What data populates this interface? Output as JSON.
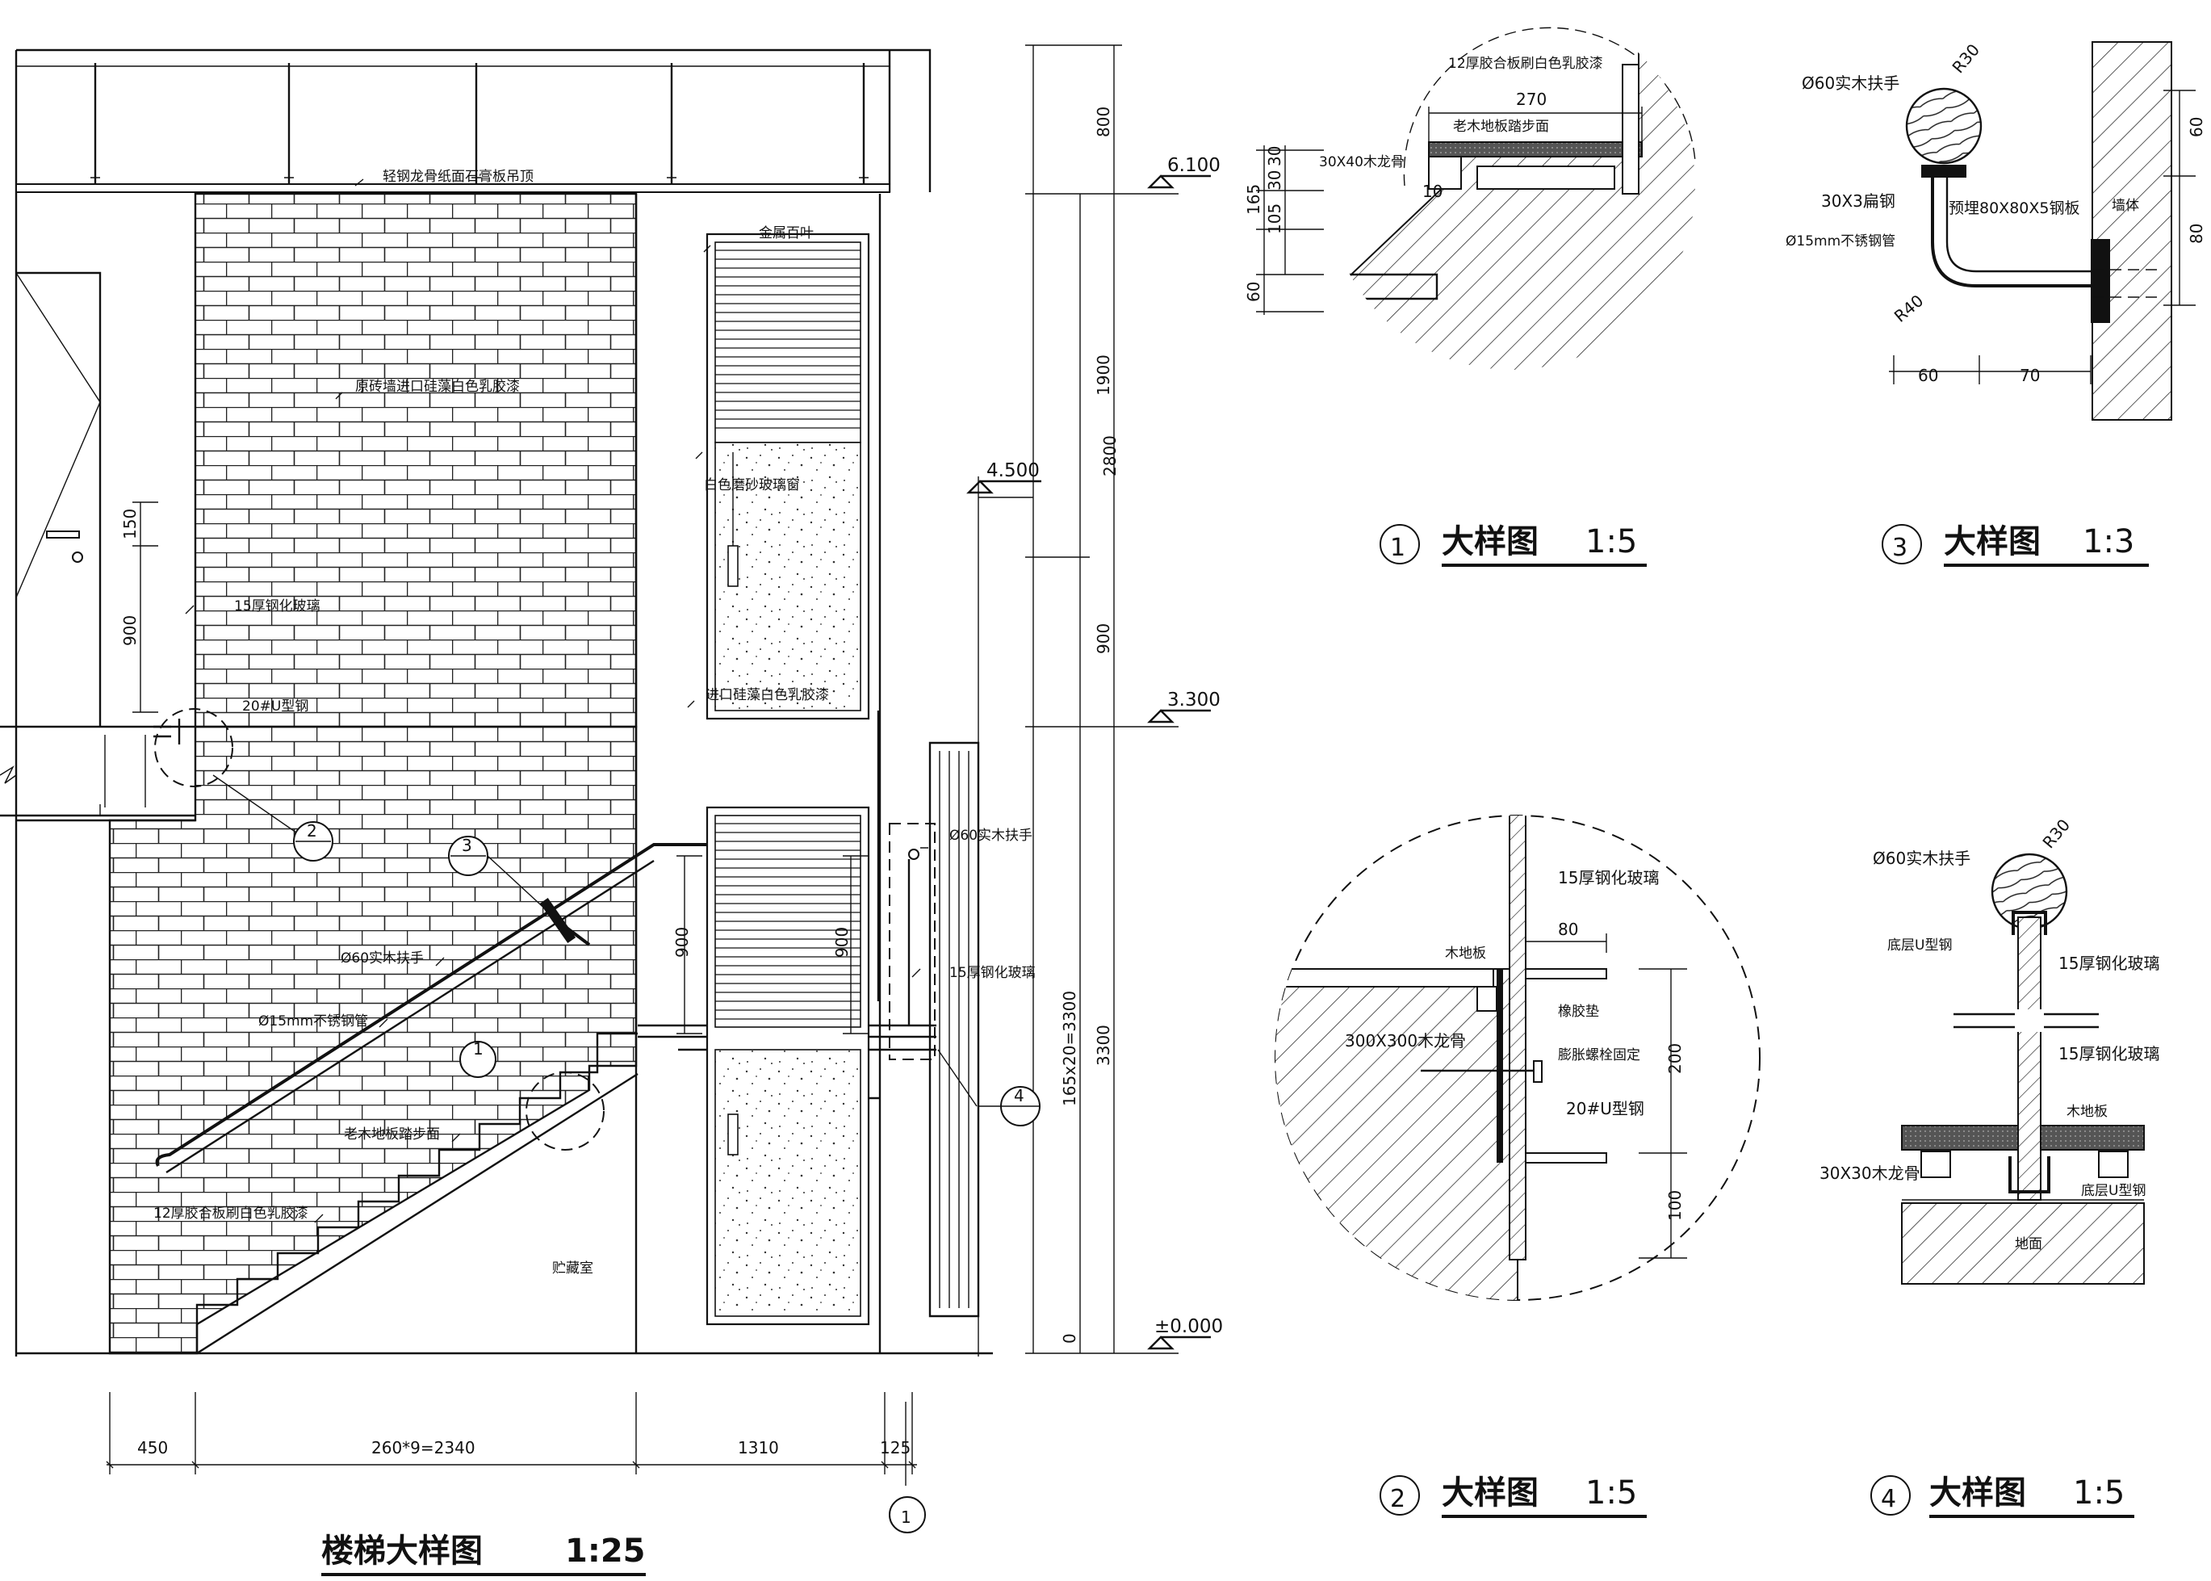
{
  "main": {
    "title": "楼梯大样图",
    "scale": "1:25",
    "levels": [
      "6.100",
      "4.500",
      "3.300",
      "±0.000"
    ],
    "dims_bottom": [
      "450",
      "260*9=2340",
      "1310",
      "125"
    ],
    "dims_right_a": [
      "800",
      "1900",
      "900",
      "3300"
    ],
    "dims_right_b": [
      "2800",
      "165x20=3300"
    ],
    "dim_right_zero": "0",
    "dims_left": [
      "150",
      "900",
      "900",
      "900"
    ],
    "axis": "1",
    "room": "贮藏室",
    "notes": {
      "ceiling": "轻钢龙骨纸面石膏板吊顶",
      "brick_wall": "原砖墙进口硅藻白色乳胶漆",
      "glass15": "15厚钢化玻璃",
      "channel": "20#U型钢",
      "handrail": "Ø60实木扶手",
      "steelpipe": "Ø15mm不锈钢管",
      "tread": "老木地板踏步面",
      "plywood": "12厚胶合板刷白色乳胶漆",
      "louver": "金属百叶",
      "glasswin": "白色磨砂玻璃窗",
      "paint": "进口硅藻白色乳胶漆",
      "handrail2": "Ø60实木扶手",
      "glass15b": "15厚钢化玻璃"
    },
    "callouts": [
      "1",
      "2",
      "3",
      "4"
    ]
  },
  "detail1": {
    "num": "1",
    "title": "大样图",
    "scale": "1:5",
    "notes": [
      "12厚胶合板刷白色乳胶漆",
      "老木地板踏步面",
      "30X40木龙骨"
    ],
    "dims": [
      "270",
      "30",
      "30",
      "165",
      "105",
      "60",
      "10"
    ]
  },
  "detail2": {
    "num": "2",
    "title": "大样图",
    "scale": "1:5",
    "notes": [
      "15厚钢化玻璃",
      "木地板",
      "300X300木龙骨",
      "橡胶垫",
      "膨胀螺栓固定",
      "20#U型钢"
    ],
    "dims": [
      "80",
      "200",
      "100"
    ]
  },
  "detail3": {
    "num": "3",
    "title": "大样图",
    "scale": "1:3",
    "notes": [
      "Ø60实木扶手",
      "30X3扁钢",
      "预埋80X80X5钢板",
      "Ø15mm不锈钢管",
      "墙体"
    ],
    "dims": [
      "R30",
      "R40",
      "60",
      "70",
      "60",
      "80"
    ]
  },
  "detail4": {
    "num": "4",
    "title": "大样图",
    "scale": "1:5",
    "notes": [
      "Ø60实木扶手",
      "底层U型钢",
      "15厚钢化玻璃",
      "15厚钢化玻璃",
      "木地板",
      "30X30木龙骨",
      "底层U型钢",
      "地面"
    ],
    "dims": [
      "R30"
    ]
  }
}
